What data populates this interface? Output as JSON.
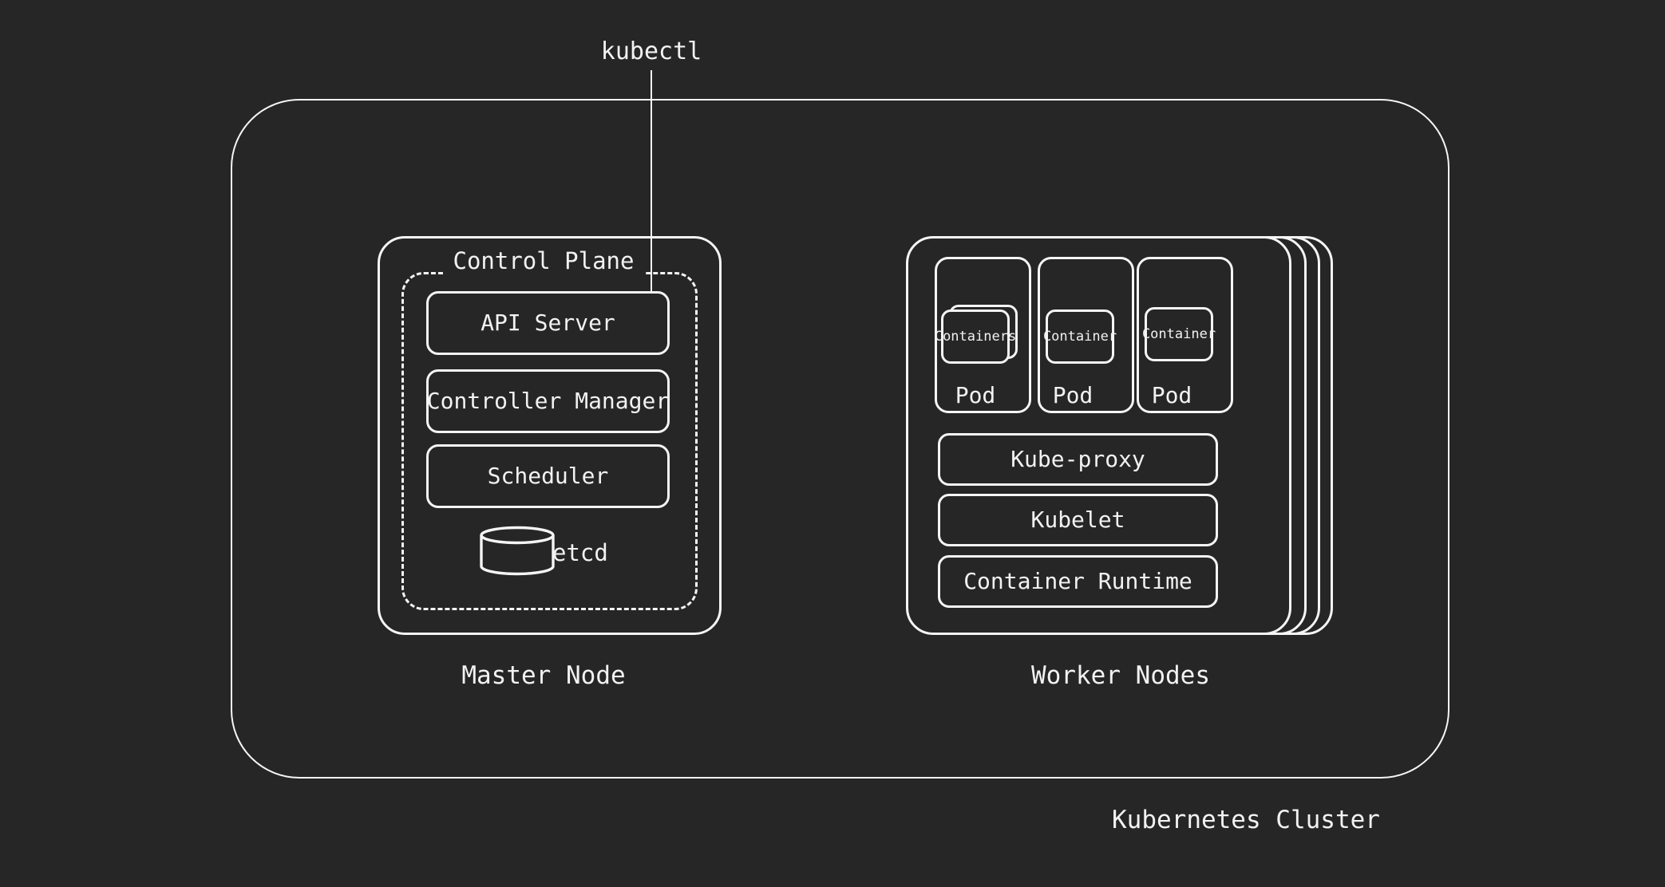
{
  "diagram": {
    "title": "Kubernetes Cluster Architecture",
    "background_color": "#262626",
    "stroke_color": "#f5f5f5",
    "text_color": "#f2f2f2"
  },
  "external": {
    "kubectl_label": "kubectl",
    "connector": "kubectl-to-api-server-line"
  },
  "cluster": {
    "label": "Kubernetes Cluster"
  },
  "master_node": {
    "label": "Master Node",
    "control_plane": {
      "label": "Control Plane",
      "components": [
        {
          "label": "API Server"
        },
        {
          "label": "Controller Manager"
        },
        {
          "label": "Scheduler"
        }
      ],
      "datastore": {
        "label": "etcd",
        "icon": "database-cylinder-icon"
      }
    }
  },
  "worker_nodes": {
    "label": "Worker Nodes",
    "stack_layers": 3,
    "pods": [
      {
        "label": "Pod",
        "container_label": "Containers",
        "stacked": true
      },
      {
        "label": "Pod",
        "container_label": "Container",
        "stacked": false
      },
      {
        "label": "Pod",
        "container_label": "Container",
        "stacked": false
      }
    ],
    "services": [
      {
        "label": "Kube-proxy"
      },
      {
        "label": "Kubelet"
      },
      {
        "label": "Container Runtime"
      }
    ]
  }
}
